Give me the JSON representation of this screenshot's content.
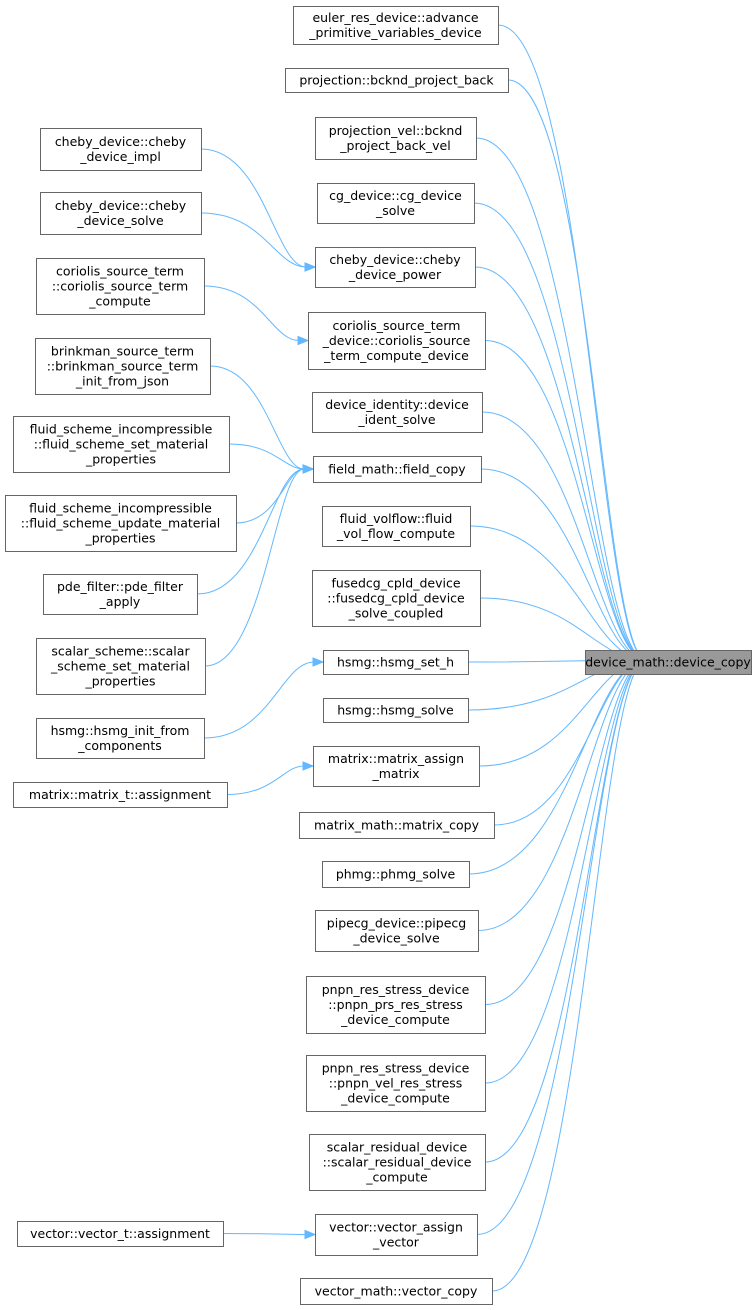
{
  "graph": {
    "target": {
      "lines": [
        "device_math::device_copy"
      ]
    },
    "callers": [
      {
        "id": "euler",
        "lines": [
          "euler_res_device::advance",
          "_primitive_variables_device"
        ]
      },
      {
        "id": "proj_back",
        "lines": [
          "projection::bcknd_project_back"
        ]
      },
      {
        "id": "proj_vel",
        "lines": [
          "projection_vel::bcknd",
          "_project_back_vel"
        ]
      },
      {
        "id": "cg",
        "lines": [
          "cg_device::cg_device",
          "_solve"
        ]
      },
      {
        "id": "cheby_power",
        "lines": [
          "cheby_device::cheby",
          "_device_power"
        ]
      },
      {
        "id": "coriolis_dev",
        "lines": [
          "coriolis_source_term",
          "_device::coriolis_source",
          "_term_compute_device"
        ]
      },
      {
        "id": "ident",
        "lines": [
          "device_identity::device",
          "_ident_solve"
        ]
      },
      {
        "id": "field_copy",
        "lines": [
          "field_math::field_copy"
        ]
      },
      {
        "id": "volflow",
        "lines": [
          "fluid_volflow::fluid",
          "_vol_flow_compute"
        ]
      },
      {
        "id": "fusedcg",
        "lines": [
          "fusedcg_cpld_device",
          "::fusedcg_cpld_device",
          "_solve_coupled"
        ]
      },
      {
        "id": "hsmg_set_h",
        "lines": [
          "hsmg::hsmg_set_h"
        ]
      },
      {
        "id": "hsmg_solve",
        "lines": [
          "hsmg::hsmg_solve"
        ]
      },
      {
        "id": "matrix_assign",
        "lines": [
          "matrix::matrix_assign",
          "_matrix"
        ]
      },
      {
        "id": "matrix_copy",
        "lines": [
          "matrix_math::matrix_copy"
        ]
      },
      {
        "id": "phmg",
        "lines": [
          "phmg::phmg_solve"
        ]
      },
      {
        "id": "pipecg",
        "lines": [
          "pipecg_device::pipecg",
          "_device_solve"
        ]
      },
      {
        "id": "pnpn_prs",
        "lines": [
          "pnpn_res_stress_device",
          "::pnpn_prs_res_stress",
          "_device_compute"
        ]
      },
      {
        "id": "pnpn_vel",
        "lines": [
          "pnpn_res_stress_device",
          "::pnpn_vel_res_stress",
          "_device_compute"
        ]
      },
      {
        "id": "scalar_res",
        "lines": [
          "scalar_residual_device",
          "::scalar_residual_device",
          "_compute"
        ]
      },
      {
        "id": "vector_assign",
        "lines": [
          "vector::vector_assign",
          "_vector"
        ]
      },
      {
        "id": "vector_copy",
        "lines": [
          "vector_math::vector_copy"
        ]
      },
      {
        "id": "cheby_impl",
        "lines": [
          "cheby_device::cheby",
          "_device_impl"
        ]
      },
      {
        "id": "cheby_solve",
        "lines": [
          "cheby_device::cheby",
          "_device_solve"
        ]
      },
      {
        "id": "coriolis_term",
        "lines": [
          "coriolis_source_term",
          "::coriolis_source_term",
          "_compute"
        ]
      },
      {
        "id": "brinkman",
        "lines": [
          "brinkman_source_term",
          "::brinkman_source_term",
          "_init_from_json"
        ]
      },
      {
        "id": "fsi_set",
        "lines": [
          "fluid_scheme_incompressible",
          "::fluid_scheme_set_material",
          "_properties"
        ]
      },
      {
        "id": "fsi_update",
        "lines": [
          "fluid_scheme_incompressible",
          "::fluid_scheme_update_material",
          "_properties"
        ]
      },
      {
        "id": "pde_filter",
        "lines": [
          "pde_filter::pde_filter",
          "_apply"
        ]
      },
      {
        "id": "scalar_scheme",
        "lines": [
          "scalar_scheme::scalar",
          "_scheme_set_material",
          "_properties"
        ]
      },
      {
        "id": "hsmg_init",
        "lines": [
          "hsmg::hsmg_init_from",
          "_components"
        ]
      },
      {
        "id": "matrix_t",
        "lines": [
          "matrix::matrix_t::assignment"
        ]
      },
      {
        "id": "vector_t",
        "lines": [
          "vector::vector_t::assignment"
        ]
      }
    ],
    "edges": [
      [
        "euler",
        "target"
      ],
      [
        "proj_back",
        "target"
      ],
      [
        "proj_vel",
        "target"
      ],
      [
        "cg",
        "target"
      ],
      [
        "cheby_power",
        "target"
      ],
      [
        "coriolis_dev",
        "target"
      ],
      [
        "ident",
        "target"
      ],
      [
        "field_copy",
        "target"
      ],
      [
        "volflow",
        "target"
      ],
      [
        "fusedcg",
        "target"
      ],
      [
        "hsmg_set_h",
        "target"
      ],
      [
        "hsmg_solve",
        "target"
      ],
      [
        "matrix_assign",
        "target"
      ],
      [
        "matrix_copy",
        "target"
      ],
      [
        "phmg",
        "target"
      ],
      [
        "pipecg",
        "target"
      ],
      [
        "pnpn_prs",
        "target"
      ],
      [
        "pnpn_vel",
        "target"
      ],
      [
        "scalar_res",
        "target"
      ],
      [
        "vector_assign",
        "target"
      ],
      [
        "vector_copy",
        "target"
      ],
      [
        "cheby_impl",
        "cheby_power"
      ],
      [
        "cheby_solve",
        "cheby_power"
      ],
      [
        "coriolis_term",
        "coriolis_dev"
      ],
      [
        "brinkman",
        "field_copy"
      ],
      [
        "fsi_set",
        "field_copy"
      ],
      [
        "fsi_update",
        "field_copy"
      ],
      [
        "pde_filter",
        "field_copy"
      ],
      [
        "scalar_scheme",
        "field_copy"
      ],
      [
        "hsmg_init",
        "hsmg_set_h"
      ],
      [
        "matrix_t",
        "matrix_assign"
      ],
      [
        "vector_t",
        "vector_assign"
      ]
    ]
  }
}
